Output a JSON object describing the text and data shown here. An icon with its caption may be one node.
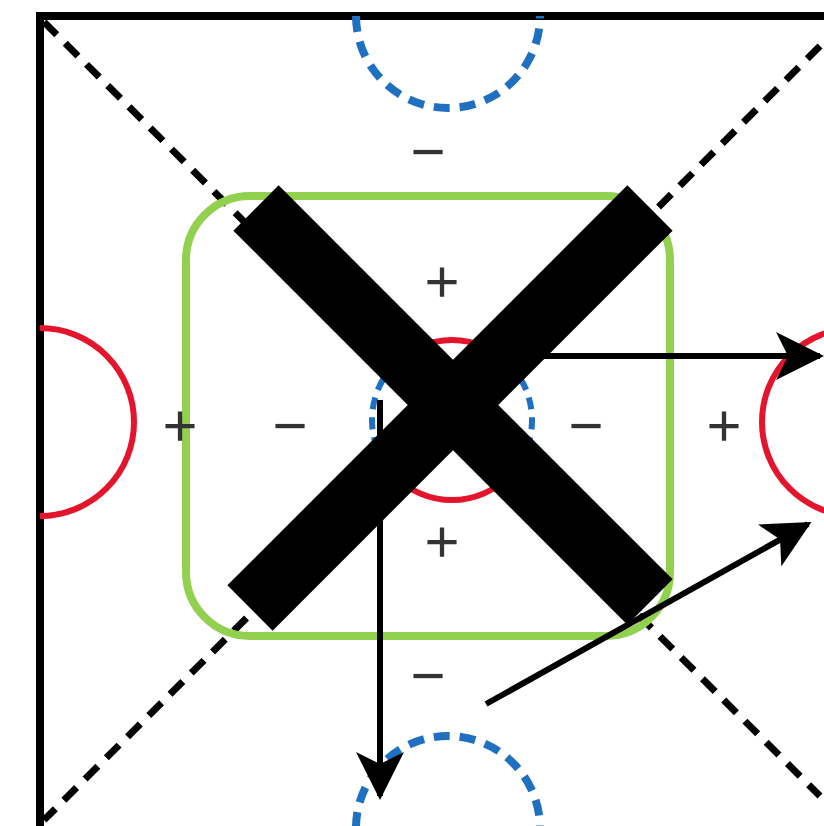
{
  "diagram": {
    "nodes": [
      {
        "text": [],
        "shape": "semicircle"
      },
      {
        "text": [],
        "shape": "semicircle"
      },
      {
        "text": [],
        "shape": "circle"
      },
      {
        "text": [],
        "shape": "semicircle"
      },
      {
        "text": [],
        "shape": "semicircle"
      }
    ],
    "edges": [
      {
        "from": 2,
        "to": 4,
        "arrow": "to"
      },
      {
        "from": 2,
        "to": 3,
        "arrow": "to"
      },
      {
        "from": null,
        "to": 3,
        "arrow": "to"
      }
    ],
    "labels": [
      "−",
      "+",
      "+",
      "−",
      "−",
      "+",
      "+",
      "−"
    ]
  }
}
